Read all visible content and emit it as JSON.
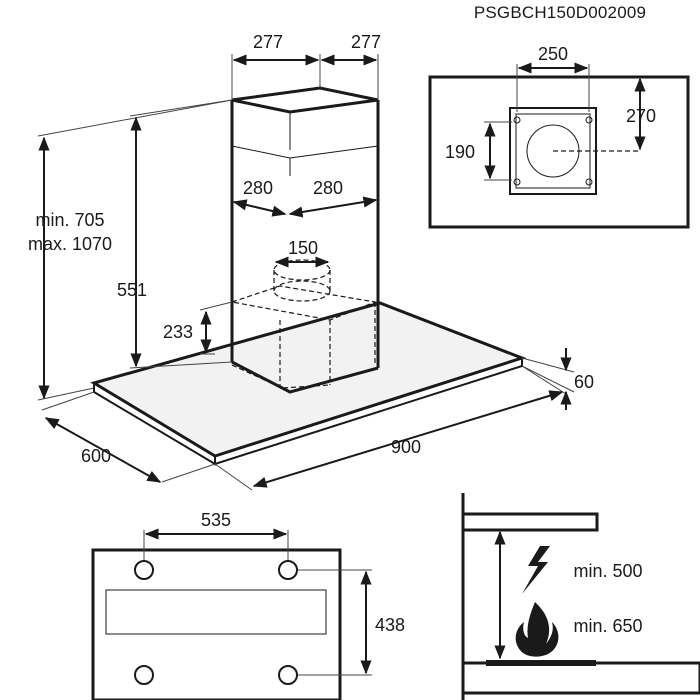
{
  "drawing_code": "PSGBCH150D002009",
  "dimensions": {
    "chimney_top_depth": "277",
    "chimney_top_width": "277",
    "chimney_depth": "280",
    "chimney_width": "280",
    "outlet_diameter": "150",
    "motor_height": "233",
    "chimney_height": "551",
    "overall_height_min": "min. 705",
    "overall_height_max": "max. 1070",
    "hood_depth": "600",
    "hood_width": "900",
    "hood_thickness": "60"
  },
  "ceiling_plate": {
    "hole_spacing_width": "250",
    "hole_spacing_depth": "270",
    "bracket_height": "190"
  },
  "bottom_view": {
    "mount_spacing_width": "535",
    "mount_spacing_depth": "438"
  },
  "installation_distance": {
    "electric_label": "min. 500",
    "gas_label": "min. 650"
  },
  "icons": {
    "electric": "lightning-bolt-icon",
    "gas": "flame-icon"
  }
}
